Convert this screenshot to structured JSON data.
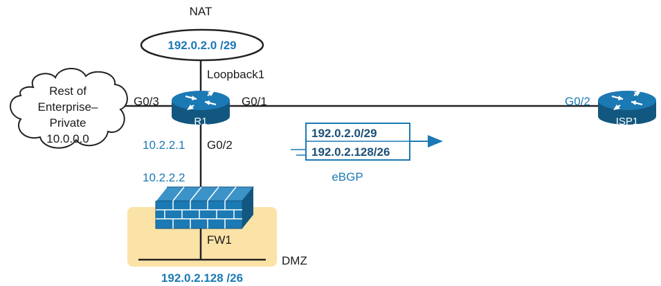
{
  "nat": {
    "title": "NAT",
    "pool": "192.0.2.0 /29"
  },
  "loopback": "Loopback1",
  "cloud": {
    "lines": [
      "Rest of",
      "Enterprise–",
      "Private",
      "10.0.0.0"
    ]
  },
  "r1": {
    "name": "R1",
    "g03": "G0/3",
    "g01": "G0/1",
    "g02": "G0/2",
    "g02_ip": "10.2.2.1"
  },
  "fw1": {
    "name": "FW1",
    "ip": "10.2.2.2"
  },
  "dmz": {
    "label": "DMZ",
    "subnet": "192.0.2.128 /26"
  },
  "ebgp": {
    "label": "eBGP",
    "routes": [
      "192.0.2.0/29",
      "192.0.2.128/26"
    ]
  },
  "isp1": {
    "name": "ISP1",
    "g02": "G0/2"
  },
  "colors": {
    "device_blue": "#1b79b4",
    "device_dark": "#12577f",
    "label_blue": "#1b79b4",
    "dmz_fill": "#fbe2a6"
  }
}
